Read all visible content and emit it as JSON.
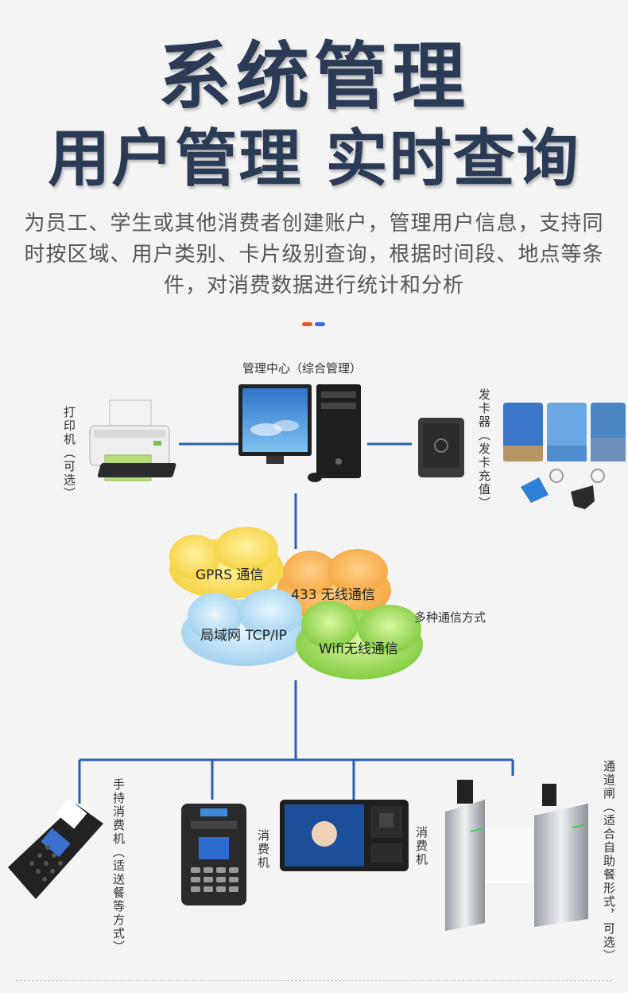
{
  "header": {
    "title_line1": "系统管理",
    "title_line2": "用户管理 实时查询",
    "description": "为员工、学生或其他消费者创建账户，管理用户信息，支持同时按区域、用户类别、卡片级别查询，根据时间段、地点等条件，对消费数据进行统计和分析"
  },
  "colors": {
    "dash_left": "#e8572a",
    "dash_right": "#3a6fd8",
    "line": "#2a5db0",
    "title": "#2b3a55"
  },
  "diagram": {
    "center_label": "管理中心（综合管理）",
    "printer_label": "打印机（可选）",
    "card_issuer_label": "发卡器（发卡充值）",
    "network_label": "多种通信方式",
    "clouds": {
      "gprs": "GPRS 通信",
      "wireless433": "433 无线通信",
      "lan": "局域网 TCP/IP",
      "wifi": "Wifi无线通信"
    },
    "handheld_label": "手持消费机（适送餐等方式）",
    "consumer1_label": "消费机",
    "consumer2_label": "消费机",
    "gate_label": "通道闸（适合自助餐形式，可选）"
  }
}
